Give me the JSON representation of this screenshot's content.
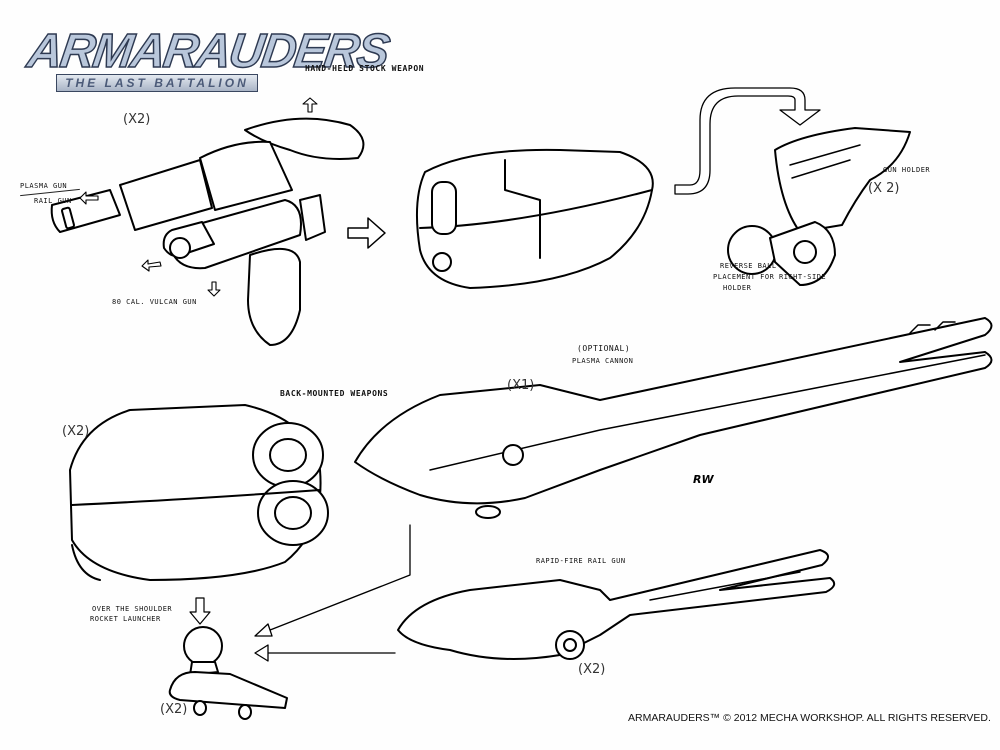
{
  "logo": {
    "title": "ARMARAUDERS",
    "subtitle": "THE LAST BATTALION"
  },
  "headings": {
    "hand_held": "HAND-HELD STOCK WEAPON",
    "back_mounted": "BACK-MOUNTED WEAPONS"
  },
  "labels": {
    "plasma_gun": "PLASMA GUN",
    "rail_gun": "RAIL GUN",
    "vulcan_gun": "80 CAL. VULCAN GUN",
    "gun_holder": "GUN HOLDER",
    "reverse_ball_1": "REVERSE BALL",
    "reverse_ball_2": "PLACEMENT FOR RIGHT-SIDE",
    "reverse_ball_3": "HOLDER",
    "optional": "(OPTIONAL)",
    "plasma_cannon": "PLASMA CANNON",
    "rocket_1": "OVER THE SHOULDER",
    "rocket_2": "ROCKET LAUNCHER",
    "rapid_fire": "RAPID-FIRE RAIL GUN"
  },
  "quantities": {
    "hand_gun": "(X2)",
    "gun_holder": "(X 2)",
    "plasma_cannon": "(X1)",
    "rocket_launcher": "(X2)",
    "ball_mount": "(X2)",
    "rail_gun": "(X2)"
  },
  "signature": "RW",
  "copyright": "ARMARAUDERS™ © 2012 MECHA WORKSHOP. ALL RIGHTS RESERVED."
}
